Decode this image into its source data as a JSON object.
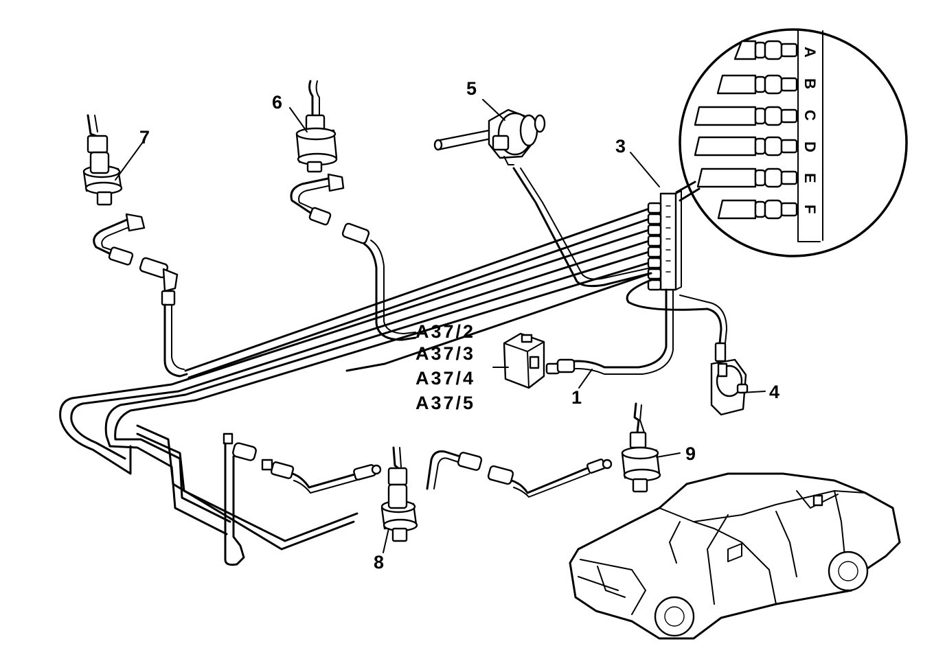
{
  "callouts": {
    "c1": "1",
    "c3": "3",
    "c4": "4",
    "c5": "5",
    "c6": "6",
    "c7": "7",
    "c8": "8",
    "c9": "9"
  },
  "module_labels": [
    "A37/2",
    "A37/3",
    "A37/4",
    "A37/5"
  ],
  "connector_letters": [
    "A",
    "B",
    "C",
    "D",
    "E",
    "F"
  ],
  "icons": {
    "vehicle": "car-outline-icon",
    "sensor": "sensor-probe-icon",
    "connector": "plug-connector-icon"
  }
}
